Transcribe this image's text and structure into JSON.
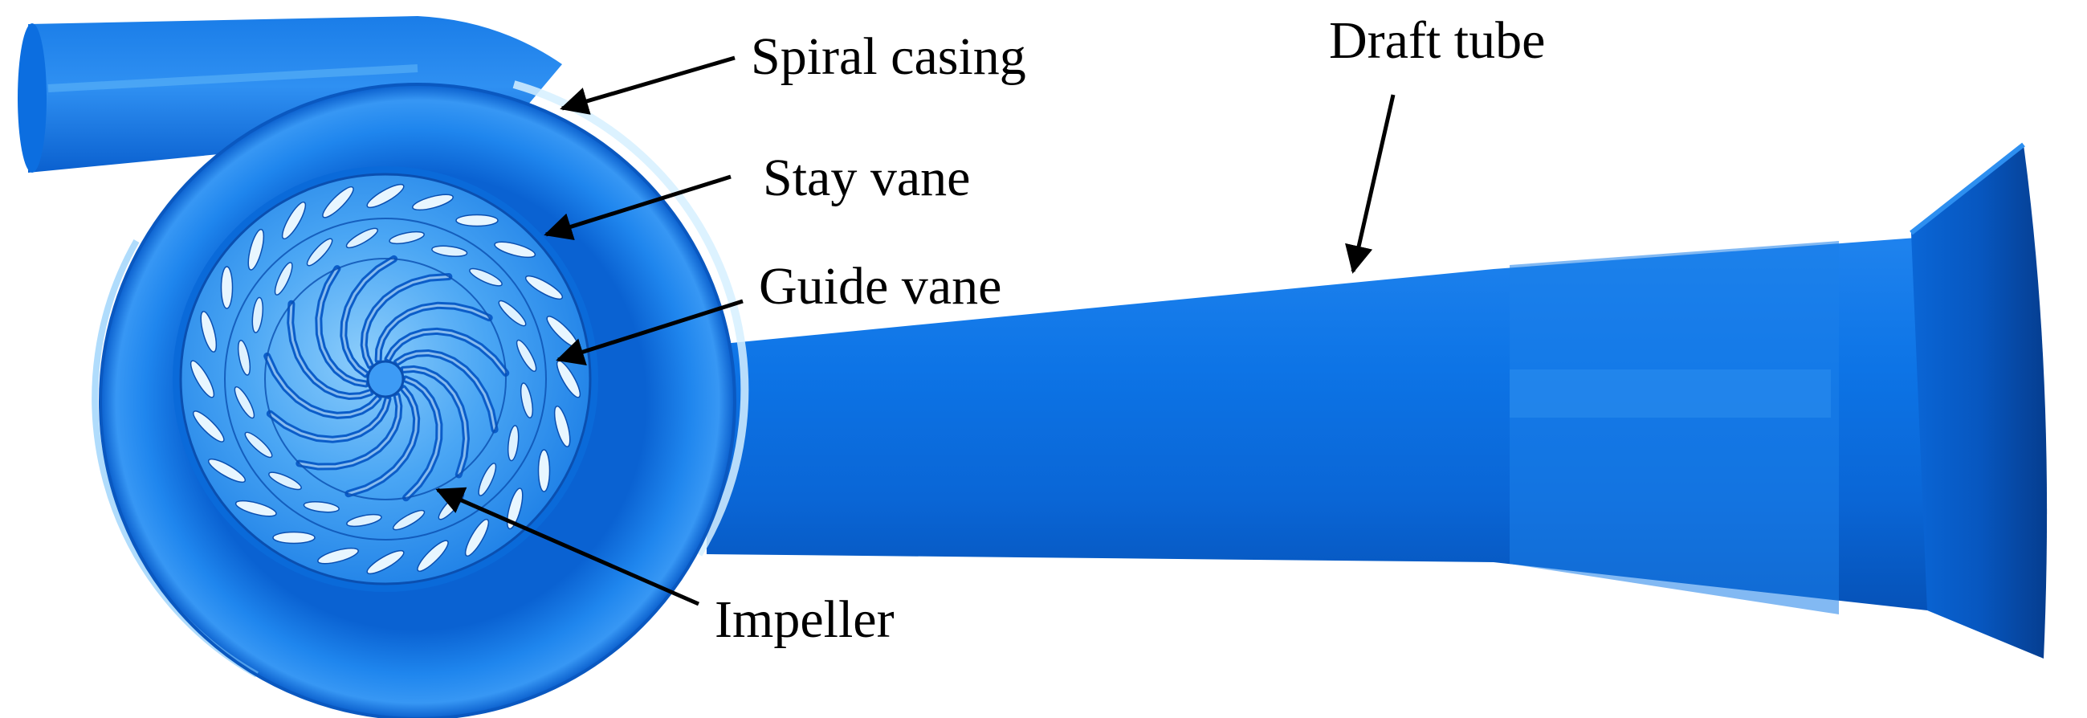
{
  "labels": {
    "spiral_casing": "Spiral casing",
    "stay_vane": "Stay vane",
    "guide_vane": "Guide vane",
    "impeller": "Impeller",
    "draft_tube": "Draft tube"
  },
  "colors": {
    "body": "#0a6fe0",
    "body_light": "#3d9bf5",
    "body_dark": "#0447a8",
    "highlight": "#c8ecff",
    "interior": "#5ab4f7",
    "ink": "#000000"
  }
}
